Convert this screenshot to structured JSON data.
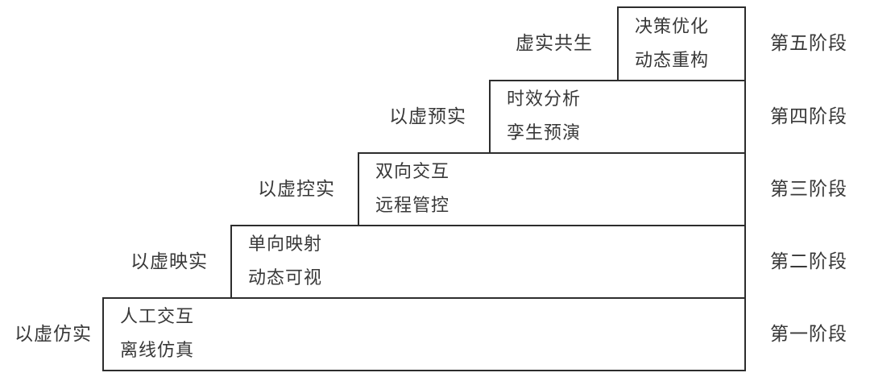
{
  "diagram": {
    "description": "five-stage staircase diagram of digital twin evolution",
    "colors": {
      "background": "#ffffff",
      "line": "#2d2d2d",
      "text": "#383838"
    },
    "stages": [
      {
        "left_label": "以虚仿实",
        "box_lines": [
          "人工交互",
          "离线仿真"
        ],
        "right_label": "第一阶段"
      },
      {
        "left_label": "以虚映实",
        "box_lines": [
          "单向映射",
          "动态可视"
        ],
        "right_label": "第二阶段"
      },
      {
        "left_label": "以虚控实",
        "box_lines": [
          "双向交互",
          "远程管控"
        ],
        "right_label": "第三阶段"
      },
      {
        "left_label": "以虚预实",
        "box_lines": [
          "时效分析",
          "孪生预演"
        ],
        "right_label": "第四阶段"
      },
      {
        "left_label": "虚实共生",
        "box_lines": [
          "决策优化",
          "动态重构"
        ],
        "right_label": "第五阶段"
      }
    ]
  }
}
